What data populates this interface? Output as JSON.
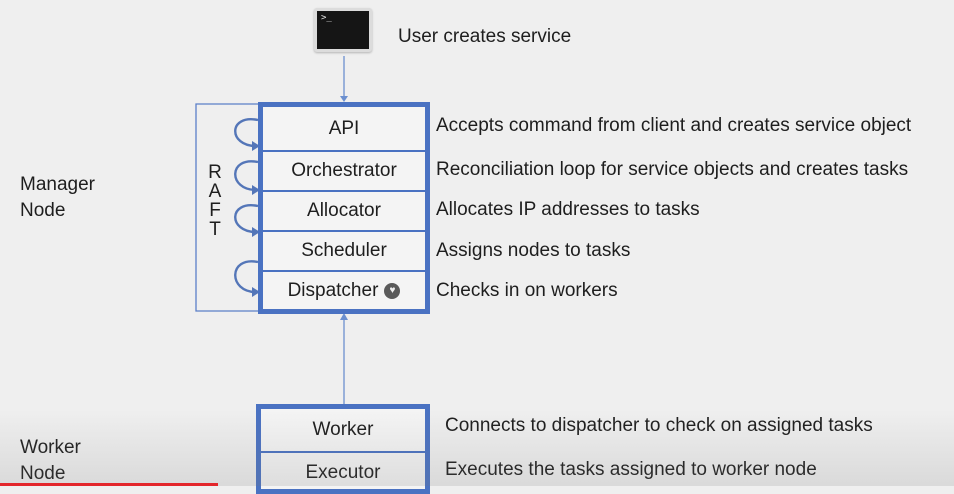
{
  "user_label": "User creates service",
  "manager_label": [
    "Manager",
    "Node"
  ],
  "worker_label": [
    "Worker",
    "Node"
  ],
  "raft_letters": [
    "R",
    "A",
    "F",
    "T"
  ],
  "manager_components": [
    {
      "name": "API",
      "description": "Accepts command from client and creates service object"
    },
    {
      "name": "Orchestrator",
      "description": "Reconciliation loop for service objects and creates tasks"
    },
    {
      "name": "Allocator",
      "description": "Allocates IP addresses to tasks"
    },
    {
      "name": "Scheduler",
      "description": "Assigns nodes to tasks"
    },
    {
      "name": "Dispatcher",
      "description": "Checks in on workers"
    }
  ],
  "worker_components": [
    {
      "name": "Worker",
      "description": "Connects to dispatcher to check on assigned tasks"
    },
    {
      "name": "Executor",
      "description": "Executes the tasks assigned to worker node"
    }
  ],
  "icons": {
    "terminal": "terminal-icon",
    "heartbeat": "heart-icon",
    "raft_loop": "curved-arrow-icon"
  },
  "colors": {
    "accent": "#4a72c2",
    "background": "#efefef",
    "progress": "#e3262b"
  }
}
